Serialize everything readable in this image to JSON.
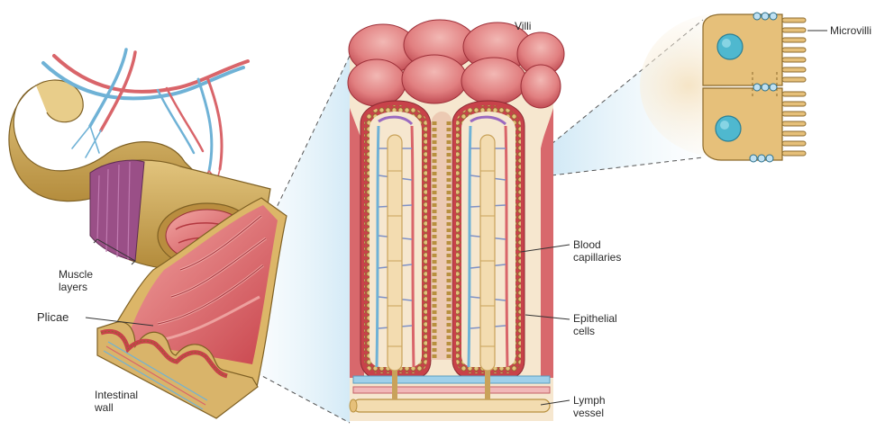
{
  "labels": {
    "villi": "Villi",
    "microvilli": "Microvilli",
    "muscle_layers_1": "Muscle",
    "muscle_layers_2": "layers",
    "plicae": "Plicae",
    "intestinal_wall_1": "Intestinal",
    "intestinal_wall_2": "wall",
    "blood_capillaries_1": "Blood",
    "blood_capillaries_2": "capillaries",
    "epithelial_cells_1": "Epithelial",
    "epithelial_cells_2": "cells",
    "lymph_vessel_1": "Lymph",
    "lymph_vessel_2": "vessel"
  },
  "colors": {
    "tissue_tan": "#d8b468",
    "tissue_tan_dark": "#b8903f",
    "villus_red": "#c8424a",
    "villus_pink": "#e07c7e",
    "villus_light": "#f0b3ad",
    "vein_blue": "#6fb2d6",
    "artery_red": "#d9656a",
    "lacteal": "#f3dcb0",
    "cell_body": "#e6c07a",
    "nucleus": "#4fb8cf",
    "muscle_purple": "#9a4f87",
    "zoom_shade": "#c9e4f2"
  }
}
